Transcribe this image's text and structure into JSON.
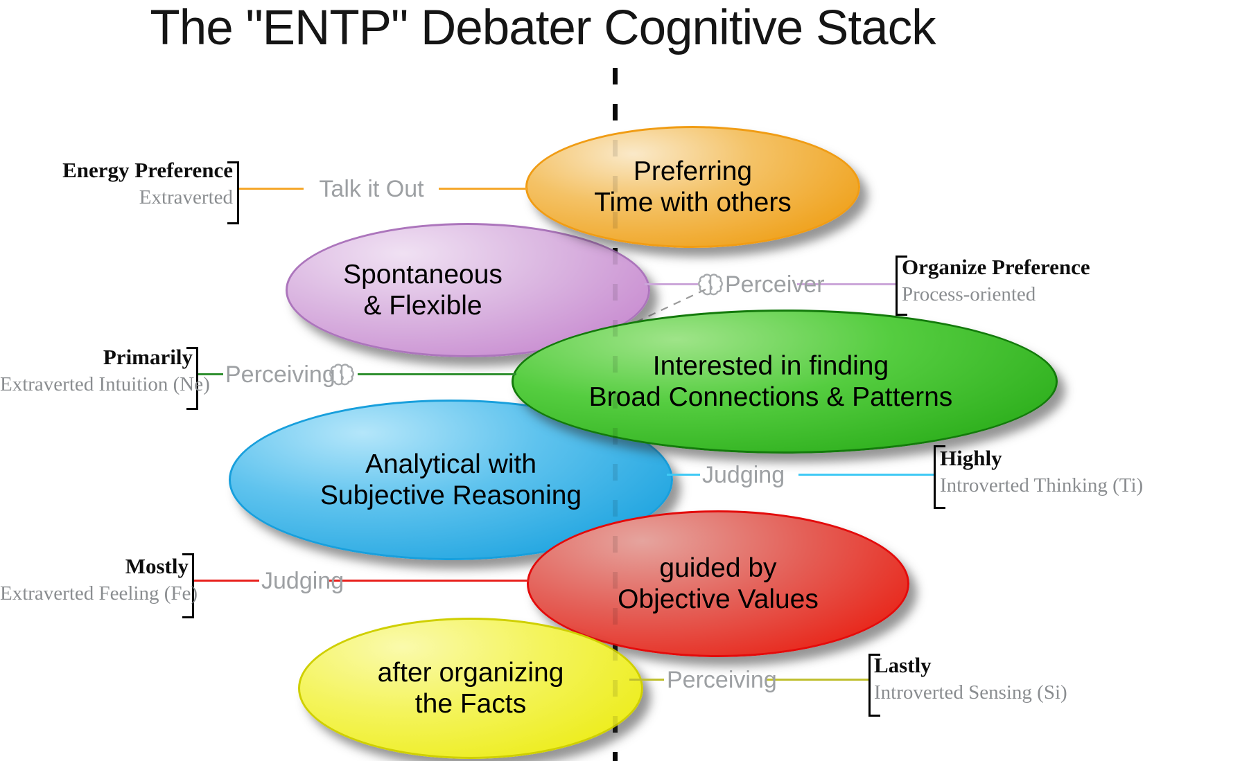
{
  "title": "The \"ENTP\" Debater Cognitive Stack",
  "center_line": {
    "style": "dashed-vertical",
    "color": "#000000"
  },
  "ellipses": {
    "extraverted": {
      "line1": "Preferring",
      "line2": "Time with others",
      "fill": "#F0A524",
      "border": "#F09C14"
    },
    "perceiver": {
      "line1": "Spontaneous",
      "line2": "& Flexible",
      "fill": "#CA90D2",
      "border": "#AC75BC"
    },
    "ne": {
      "line1": "Interested in finding",
      "line2": "Broad Connections & Patterns",
      "fill": "#2FB01E",
      "border": "#137A0B"
    },
    "ti": {
      "line1": "Analytical with",
      "line2": "Subjective Reasoning",
      "fill": "#25A7E1",
      "border": "#189FDC"
    },
    "fe": {
      "line1": "guided by",
      "line2": "Objective Values",
      "fill": "#E8281C",
      "border": "#E30B0B"
    },
    "si": {
      "line1": "after organizing",
      "line2": "the Facts",
      "fill": "#EDED1F",
      "border": "#CFCF00"
    }
  },
  "side_labels": {
    "energy": {
      "bold": "Energy Preference",
      "gray": "Extraverted",
      "line_label": "Talk it Out",
      "color": "#F5A72B",
      "side": "left",
      "brain_icon": false
    },
    "organize": {
      "bold": "Organize Preference",
      "gray": "Process-oriented",
      "line_label": "Perceiver",
      "color": "#CBA6D9",
      "side": "right",
      "brain_icon": true
    },
    "primary": {
      "bold": "Primarily",
      "gray": "Extraverted Intuition (Ne)",
      "line_label": "Perceiving",
      "color": "#2F8F2F",
      "side": "left",
      "brain_icon": true
    },
    "auxiliary": {
      "bold": "Highly",
      "gray": "Introverted Thinking (Ti)",
      "line_label": "Judging",
      "color": "#3FC9F5",
      "side": "right",
      "brain_icon": false
    },
    "tertiary": {
      "bold": "Mostly",
      "gray": "Extraverted Feeling (Fe)",
      "line_label": "Judging",
      "color": "#E8211D",
      "side": "left",
      "brain_icon": false
    },
    "inferior": {
      "bold": "Lastly",
      "gray": "Introverted Sensing (Si)",
      "line_label": "Perceiving",
      "color": "#BFBF2E",
      "side": "right",
      "brain_icon": false
    }
  }
}
